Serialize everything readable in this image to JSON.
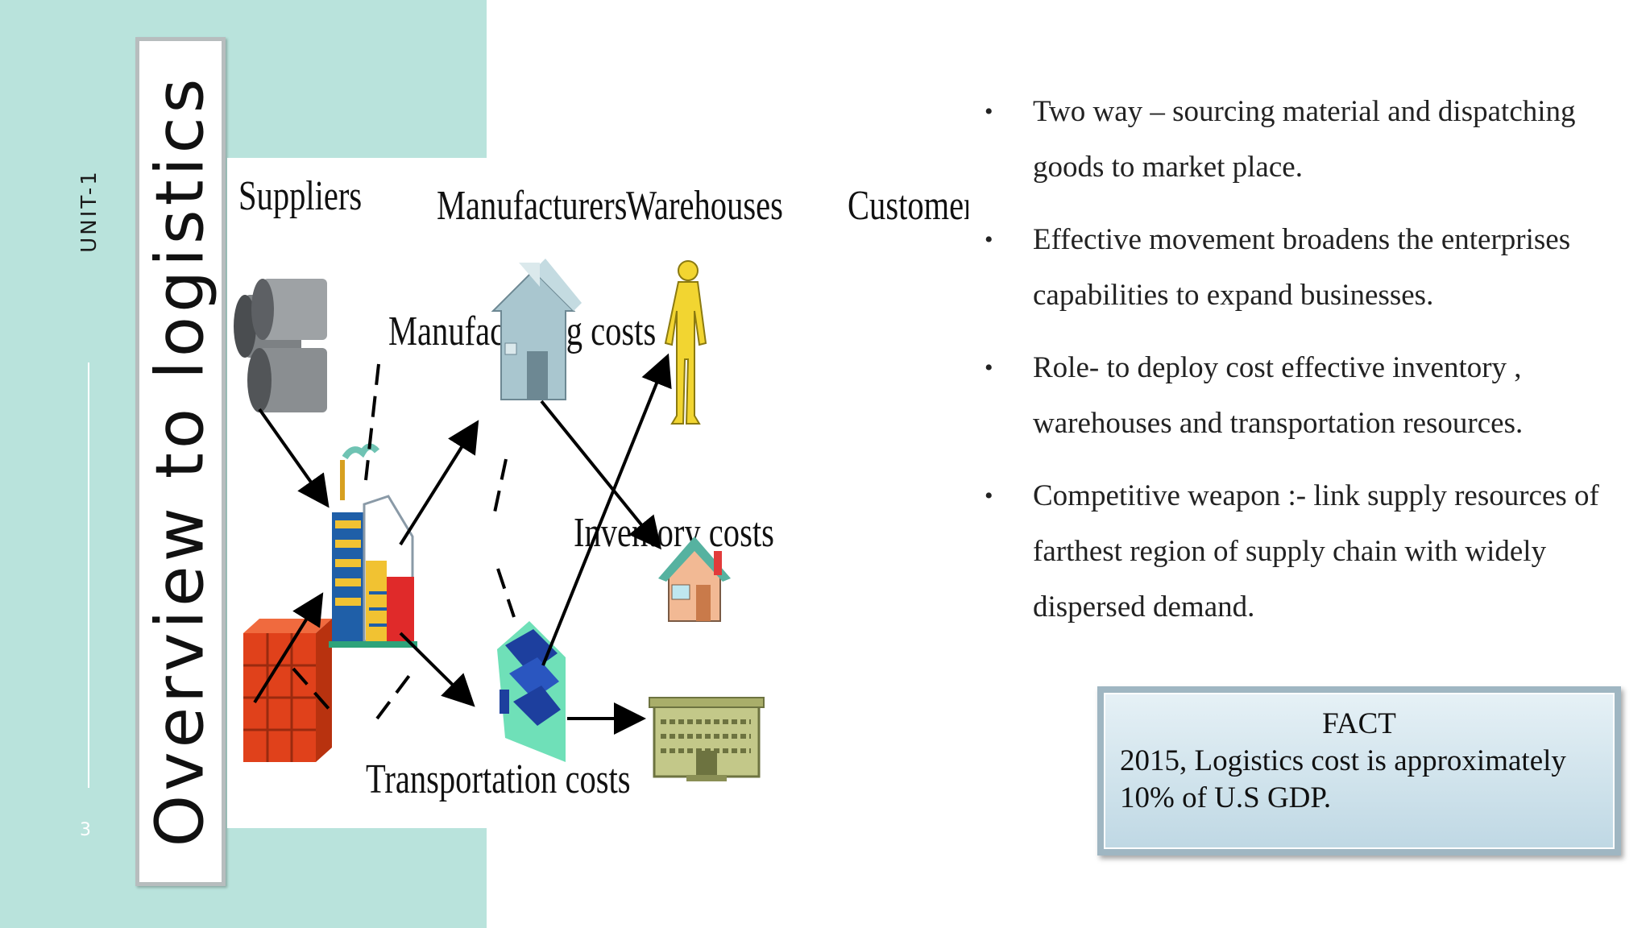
{
  "sidebar": {
    "unit_label": "UNIT-1",
    "page_number": "3"
  },
  "title": "Overview to logistics",
  "diagram": {
    "headers": [
      "Suppliers",
      "Manufacturers",
      "Warehouses",
      "Customers"
    ],
    "cost_labels": {
      "manufacturing": "Manufacturing costs",
      "inventory": "Inventory costs",
      "transportation": "Transportation costs"
    }
  },
  "bullets": [
    {
      "text": "Two way – sourcing material and dispatching goods to market place."
    },
    {
      "text": "Effective movement broadens the enterprises capabilities  to expand businesses."
    },
    {
      "text": "Role- to deploy cost effective inventory , warehouses and transportation resources."
    },
    {
      "text": "Competitive weapon :- link supply resources of farthest region of supply chain with widely dispersed  demand."
    }
  ],
  "bullet_symbol": "•",
  "fact": {
    "title": "FACT",
    "line1": "2015, Logistics cost is approximately",
    "line2": "10% of U.S GDP."
  }
}
